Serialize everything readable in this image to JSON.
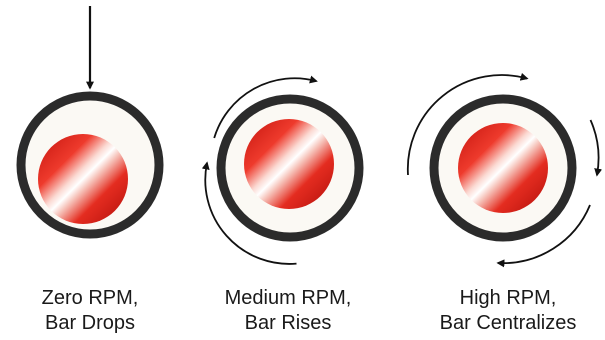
{
  "colors": {
    "bearing_ring": "#2b2b2b",
    "bearing_inner": "#fbf9f4",
    "bar_red": "#e0241b",
    "arrow": "#111111"
  },
  "states": [
    {
      "id": "zero",
      "line1": "Zero RPM,",
      "line2": "Bar Drops"
    },
    {
      "id": "medium",
      "line1": "Medium RPM,",
      "line2": "Bar Rises"
    },
    {
      "id": "high",
      "line1": "High RPM,",
      "line2": "Bar Centralizes"
    }
  ]
}
